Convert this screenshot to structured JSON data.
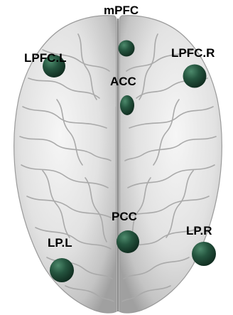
{
  "regions": [
    {
      "label": "mPFC"
    },
    {
      "label": "LPFC.L"
    },
    {
      "label": "LPFC.R"
    },
    {
      "label": "ACC"
    },
    {
      "label": "PCC"
    },
    {
      "label": "LP.L"
    },
    {
      "label": "LP.R"
    }
  ],
  "colors": {
    "node": "#1f4a36",
    "node_highlight": "#3f7a5e",
    "brain_light": "#f2f2f2",
    "brain_mid": "#d4d4d4",
    "brain_dark": "#a8a8a8",
    "label": "#000000"
  }
}
